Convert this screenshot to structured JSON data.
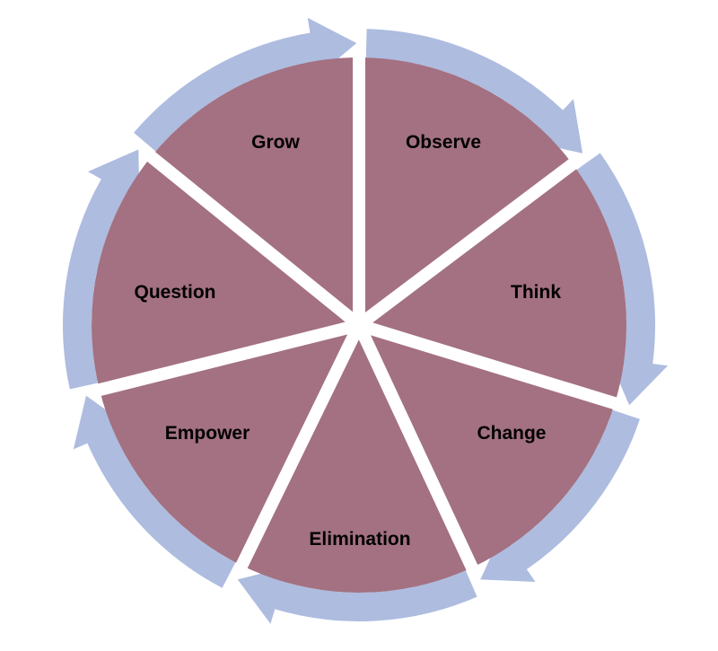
{
  "diagram": {
    "type": "cycle",
    "title": "",
    "direction": "clockwise",
    "colors": {
      "segment_fill": "#a37182",
      "arrow_fill": "#adbcdf",
      "separator": "#ffffff",
      "label": "#000000",
      "background": "#ffffff"
    },
    "segments": [
      {
        "label": "Observe"
      },
      {
        "label": "Think"
      },
      {
        "label": "Change"
      },
      {
        "label": "Elimination"
      },
      {
        "label": "Empower"
      },
      {
        "label": "Question"
      },
      {
        "label": "Grow"
      }
    ]
  }
}
